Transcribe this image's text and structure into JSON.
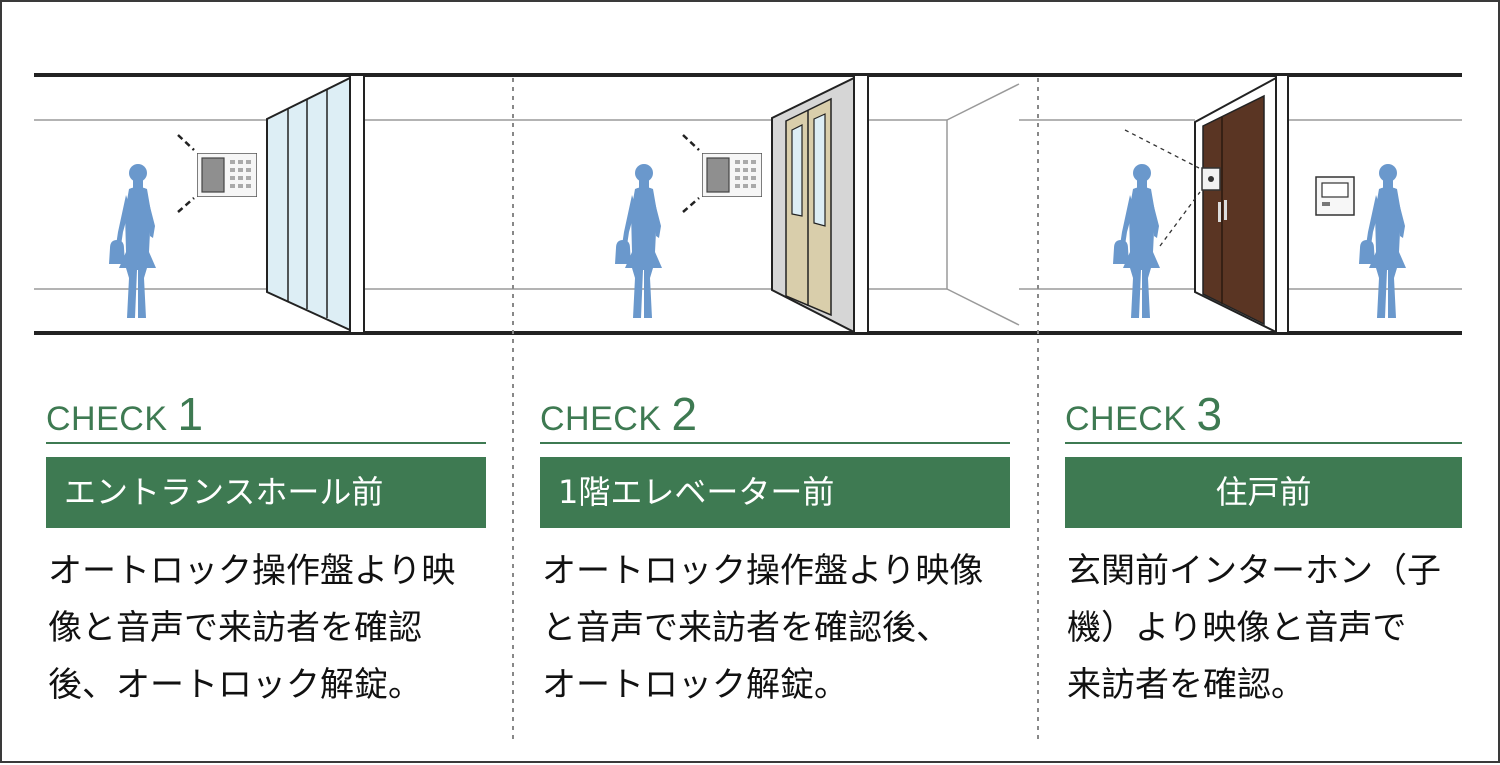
{
  "theme": {
    "accent": "#3e7a52",
    "figure": "#6a98cc",
    "glass": "#ddeef5",
    "elevator_door": "#d9ceab",
    "unit_door": "#5a3523"
  },
  "steps": [
    {
      "check_word": "CHECK",
      "number": "1",
      "location": "エントランスホール前",
      "description": "オートロック操作盤より映\n像と音声で来訪者を確認\n後、オートロック解錠。"
    },
    {
      "check_word": "CHECK",
      "number": "2",
      "location": "1階エレベーター前",
      "description": "オートロック操作盤より映像\nと音声で来訪者を確認後、\nオートロック解錠。"
    },
    {
      "check_word": "CHECK",
      "number": "3",
      "location": "住戸前",
      "description": "玄関前インターホン（子\n機）より映像と音声で\n来訪者を確認。"
    }
  ]
}
